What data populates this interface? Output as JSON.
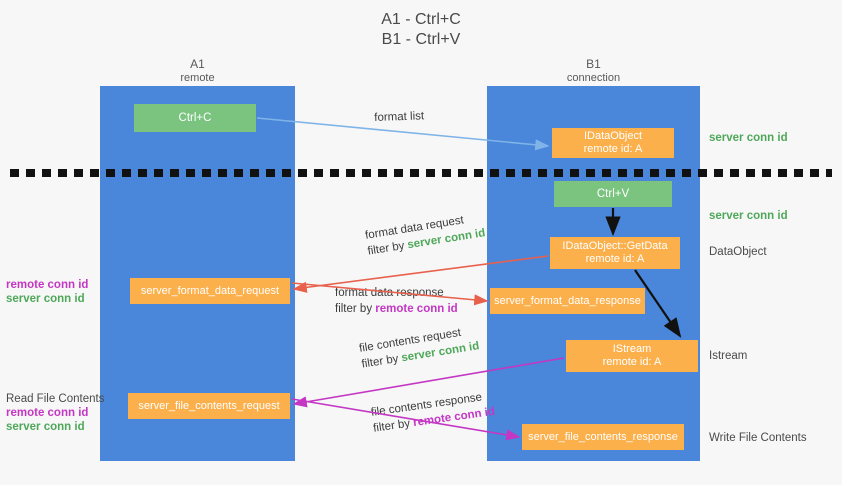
{
  "title": {
    "line1": "A1 - Ctrl+C",
    "line2": "B1 - Ctrl+V"
  },
  "lanes": [
    {
      "name": "A1",
      "sub": "remote"
    },
    {
      "name": "B1",
      "sub": "connection"
    }
  ],
  "nodes": {
    "ctrl_c": {
      "line1": "Ctrl+C",
      "line2": ""
    },
    "idataobject": {
      "line1": "IDataObject",
      "line2": "remote id: A"
    },
    "ctrl_v": {
      "line1": "Ctrl+V",
      "line2": ""
    },
    "getdata": {
      "line1": "IDataObject::GetData",
      "line2": "remote id: A"
    },
    "istream": {
      "line1": "IStream",
      "line2": "remote id: A"
    },
    "format_data_request": {
      "line1": "server_format_data_request",
      "line2": ""
    },
    "format_data_response": {
      "line1": "server_format_data_response",
      "line2": ""
    },
    "file_contents_request": {
      "line1": "server_file_contents_request",
      "line2": ""
    },
    "file_contents_response": {
      "line1": "server_file_contents_response",
      "line2": ""
    }
  },
  "side_labels": {
    "server_conn_id_1": "server conn id",
    "server_conn_id_2": "server conn id",
    "dataobject": "DataObject",
    "istream": "Istream",
    "write_file_contents": "Write File Contents"
  },
  "left_labels": {
    "format_block": {
      "remote": "remote conn id",
      "server": "server conn id"
    },
    "file_block": {
      "heading": "Read File Contents",
      "remote": "remote conn id",
      "server": "server conn id"
    }
  },
  "annotations": {
    "format_list": "format list",
    "format_data_request": {
      "line1": "format data request",
      "filter_prefix": "filter by ",
      "filter_value": "server conn id"
    },
    "format_data_response": {
      "line1": "format data response",
      "filter_prefix": "filter by ",
      "filter_value": "remote conn id"
    },
    "file_contents_request": {
      "line1": "file contents request",
      "filter_prefix": "filter by ",
      "filter_value": "server conn id"
    },
    "file_contents_response": {
      "line1": "file contents response",
      "filter_prefix": "filter by ",
      "filter_value": "remote conn id"
    }
  },
  "colors": {
    "lane": "#4a86d9",
    "node_green": "#7ac47f",
    "node_orange": "#fbb04c",
    "arrow_blue": "#7fb4e8",
    "arrow_red": "#e8614d",
    "arrow_magenta": "#c437c4",
    "arrow_black": "#111111",
    "text_green": "#4fa85a",
    "text_magenta": "#c437c4",
    "background": "#f7f7f7"
  }
}
